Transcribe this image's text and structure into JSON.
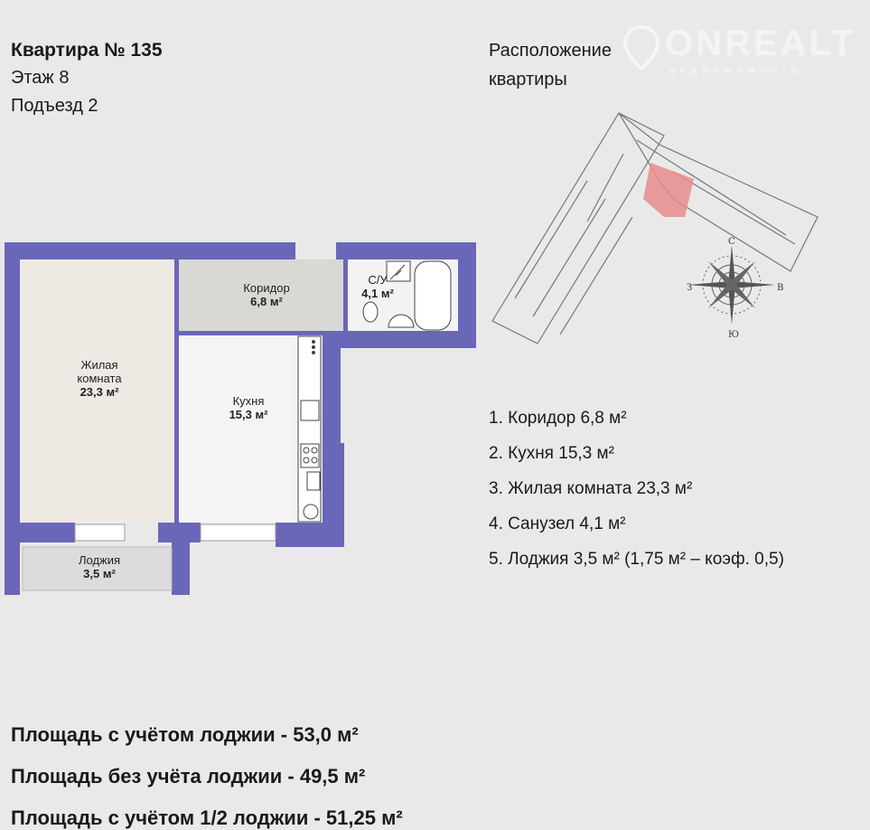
{
  "header": {
    "apartment": "Квартира № 135",
    "floor": "Этаж 8",
    "entrance": "Подъезд 2"
  },
  "location": {
    "title_line1": "Расположение",
    "title_line2": "квартиры"
  },
  "watermark": {
    "brand": "ONREALT",
    "subtitle": "недвижимость"
  },
  "compass": {
    "north": "С",
    "south": "Ю",
    "west": "З",
    "east": "В"
  },
  "plan": {
    "rooms": [
      {
        "name": "Коридор",
        "area": "6,8 м²"
      },
      {
        "name": "С/У",
        "area": "4,1 м²"
      },
      {
        "name": "Жилая комната",
        "area": "23,3 м²"
      },
      {
        "name": "Кухня",
        "area": "15,3 м²"
      },
      {
        "name": "Лоджия",
        "area": "3,5 м²"
      }
    ],
    "colors": {
      "wall": "#6a66b8",
      "highlight": "#e88c8c"
    }
  },
  "legend": [
    "1. Коридор 6,8 м²",
    "2. Кухня 15,3 м²",
    "3. Жилая комната 23,3 м²",
    "4. Санузел 4,1 м²",
    "5. Лоджия 3,5 м² (1,75 м² – коэф. 0,5)"
  ],
  "totals": [
    "Площадь с учётом лоджии - 53,0 м²",
    "Площадь без учёта лоджии - 49,5 м²",
    "Площадь с учётом 1/2 лоджии - 51,25 м²"
  ]
}
